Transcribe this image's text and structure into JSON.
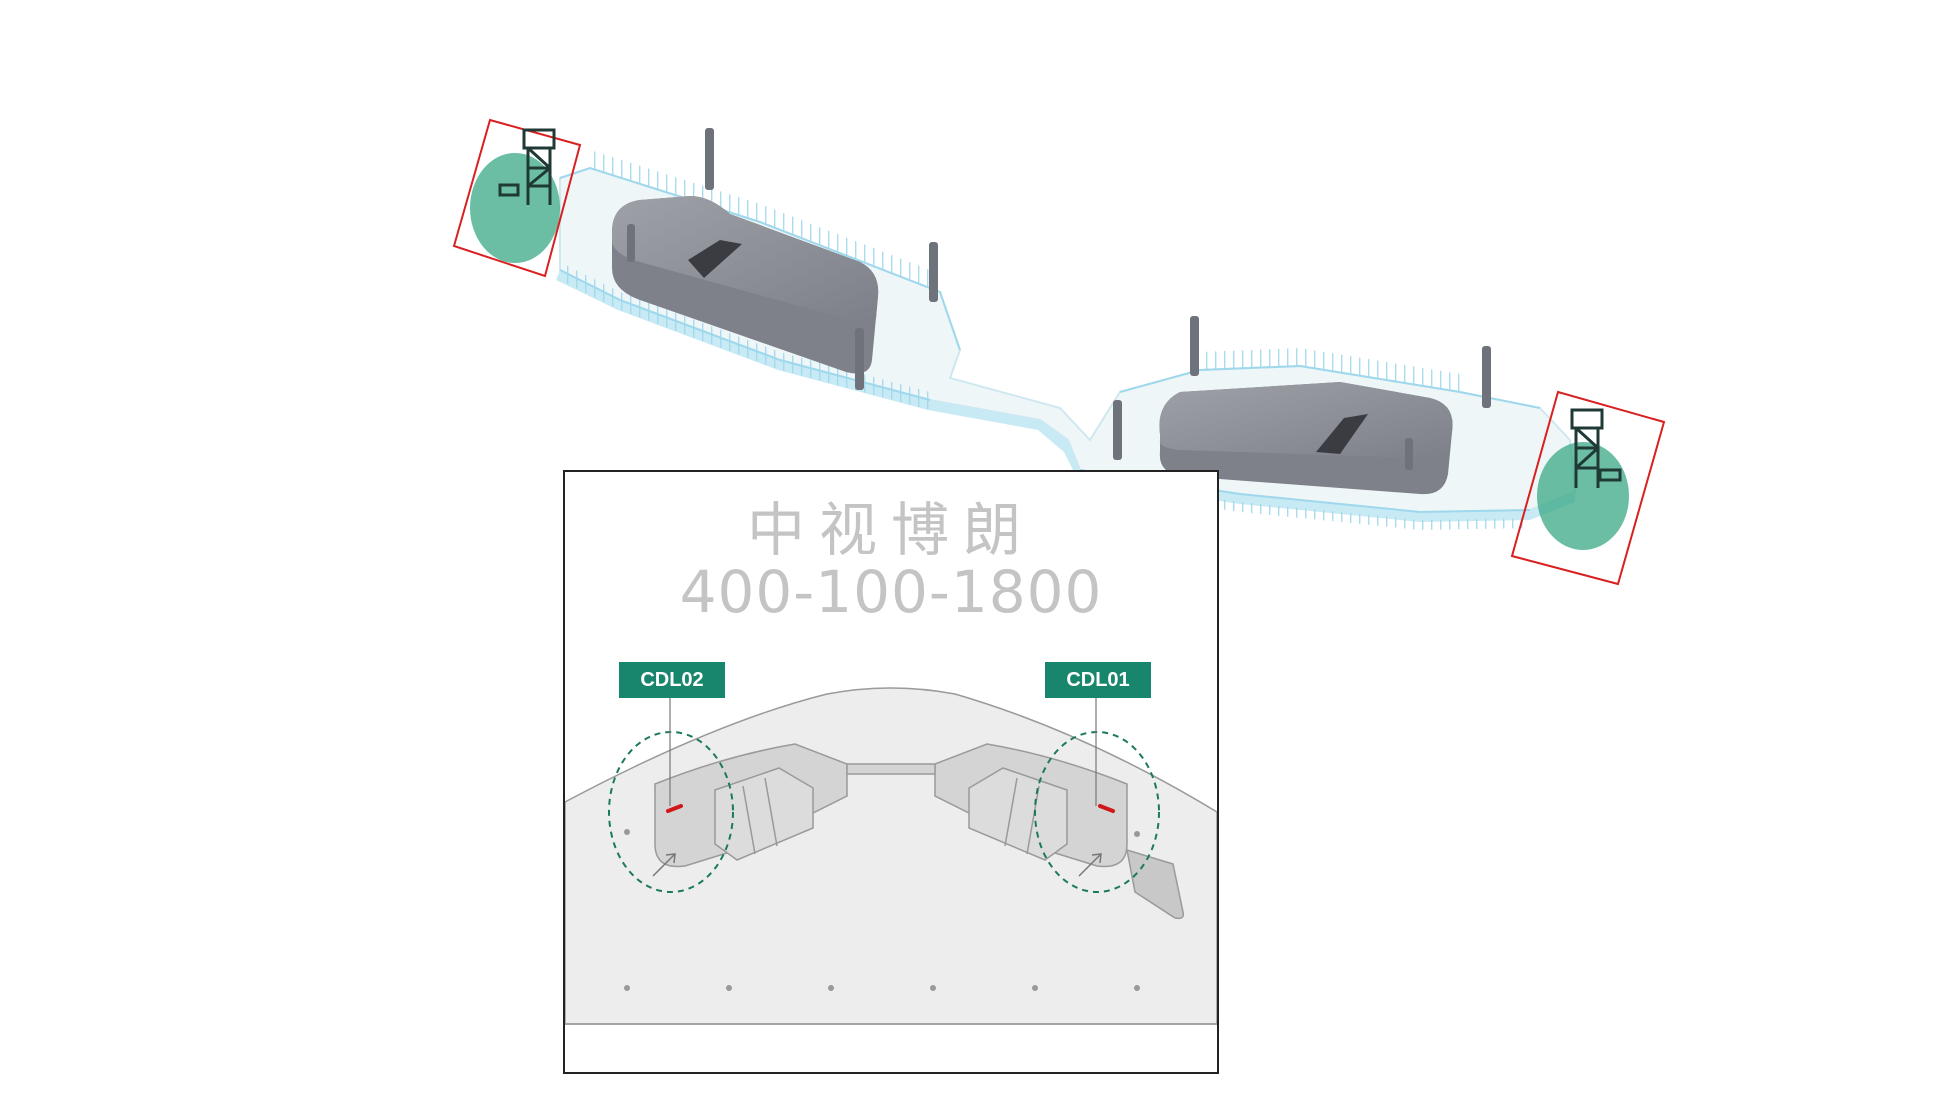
{
  "watermark": {
    "company": "中视博朗",
    "phone": "400-100-1800"
  },
  "inset": {
    "tags": [
      {
        "id": "left",
        "label": "CDL02"
      },
      {
        "id": "right",
        "label": "CDL01"
      }
    ]
  },
  "colors": {
    "highlight_zone": "#3aa884",
    "marker_frame": "#d92020",
    "tag_background": "#17866d",
    "platform": "#8c8f96",
    "walkway": "#eaf4f7",
    "railing": "#8fd3ea",
    "sensor_mark": "#d01818"
  },
  "icons": [
    "crane-tower-icon",
    "arrow-icon"
  ]
}
